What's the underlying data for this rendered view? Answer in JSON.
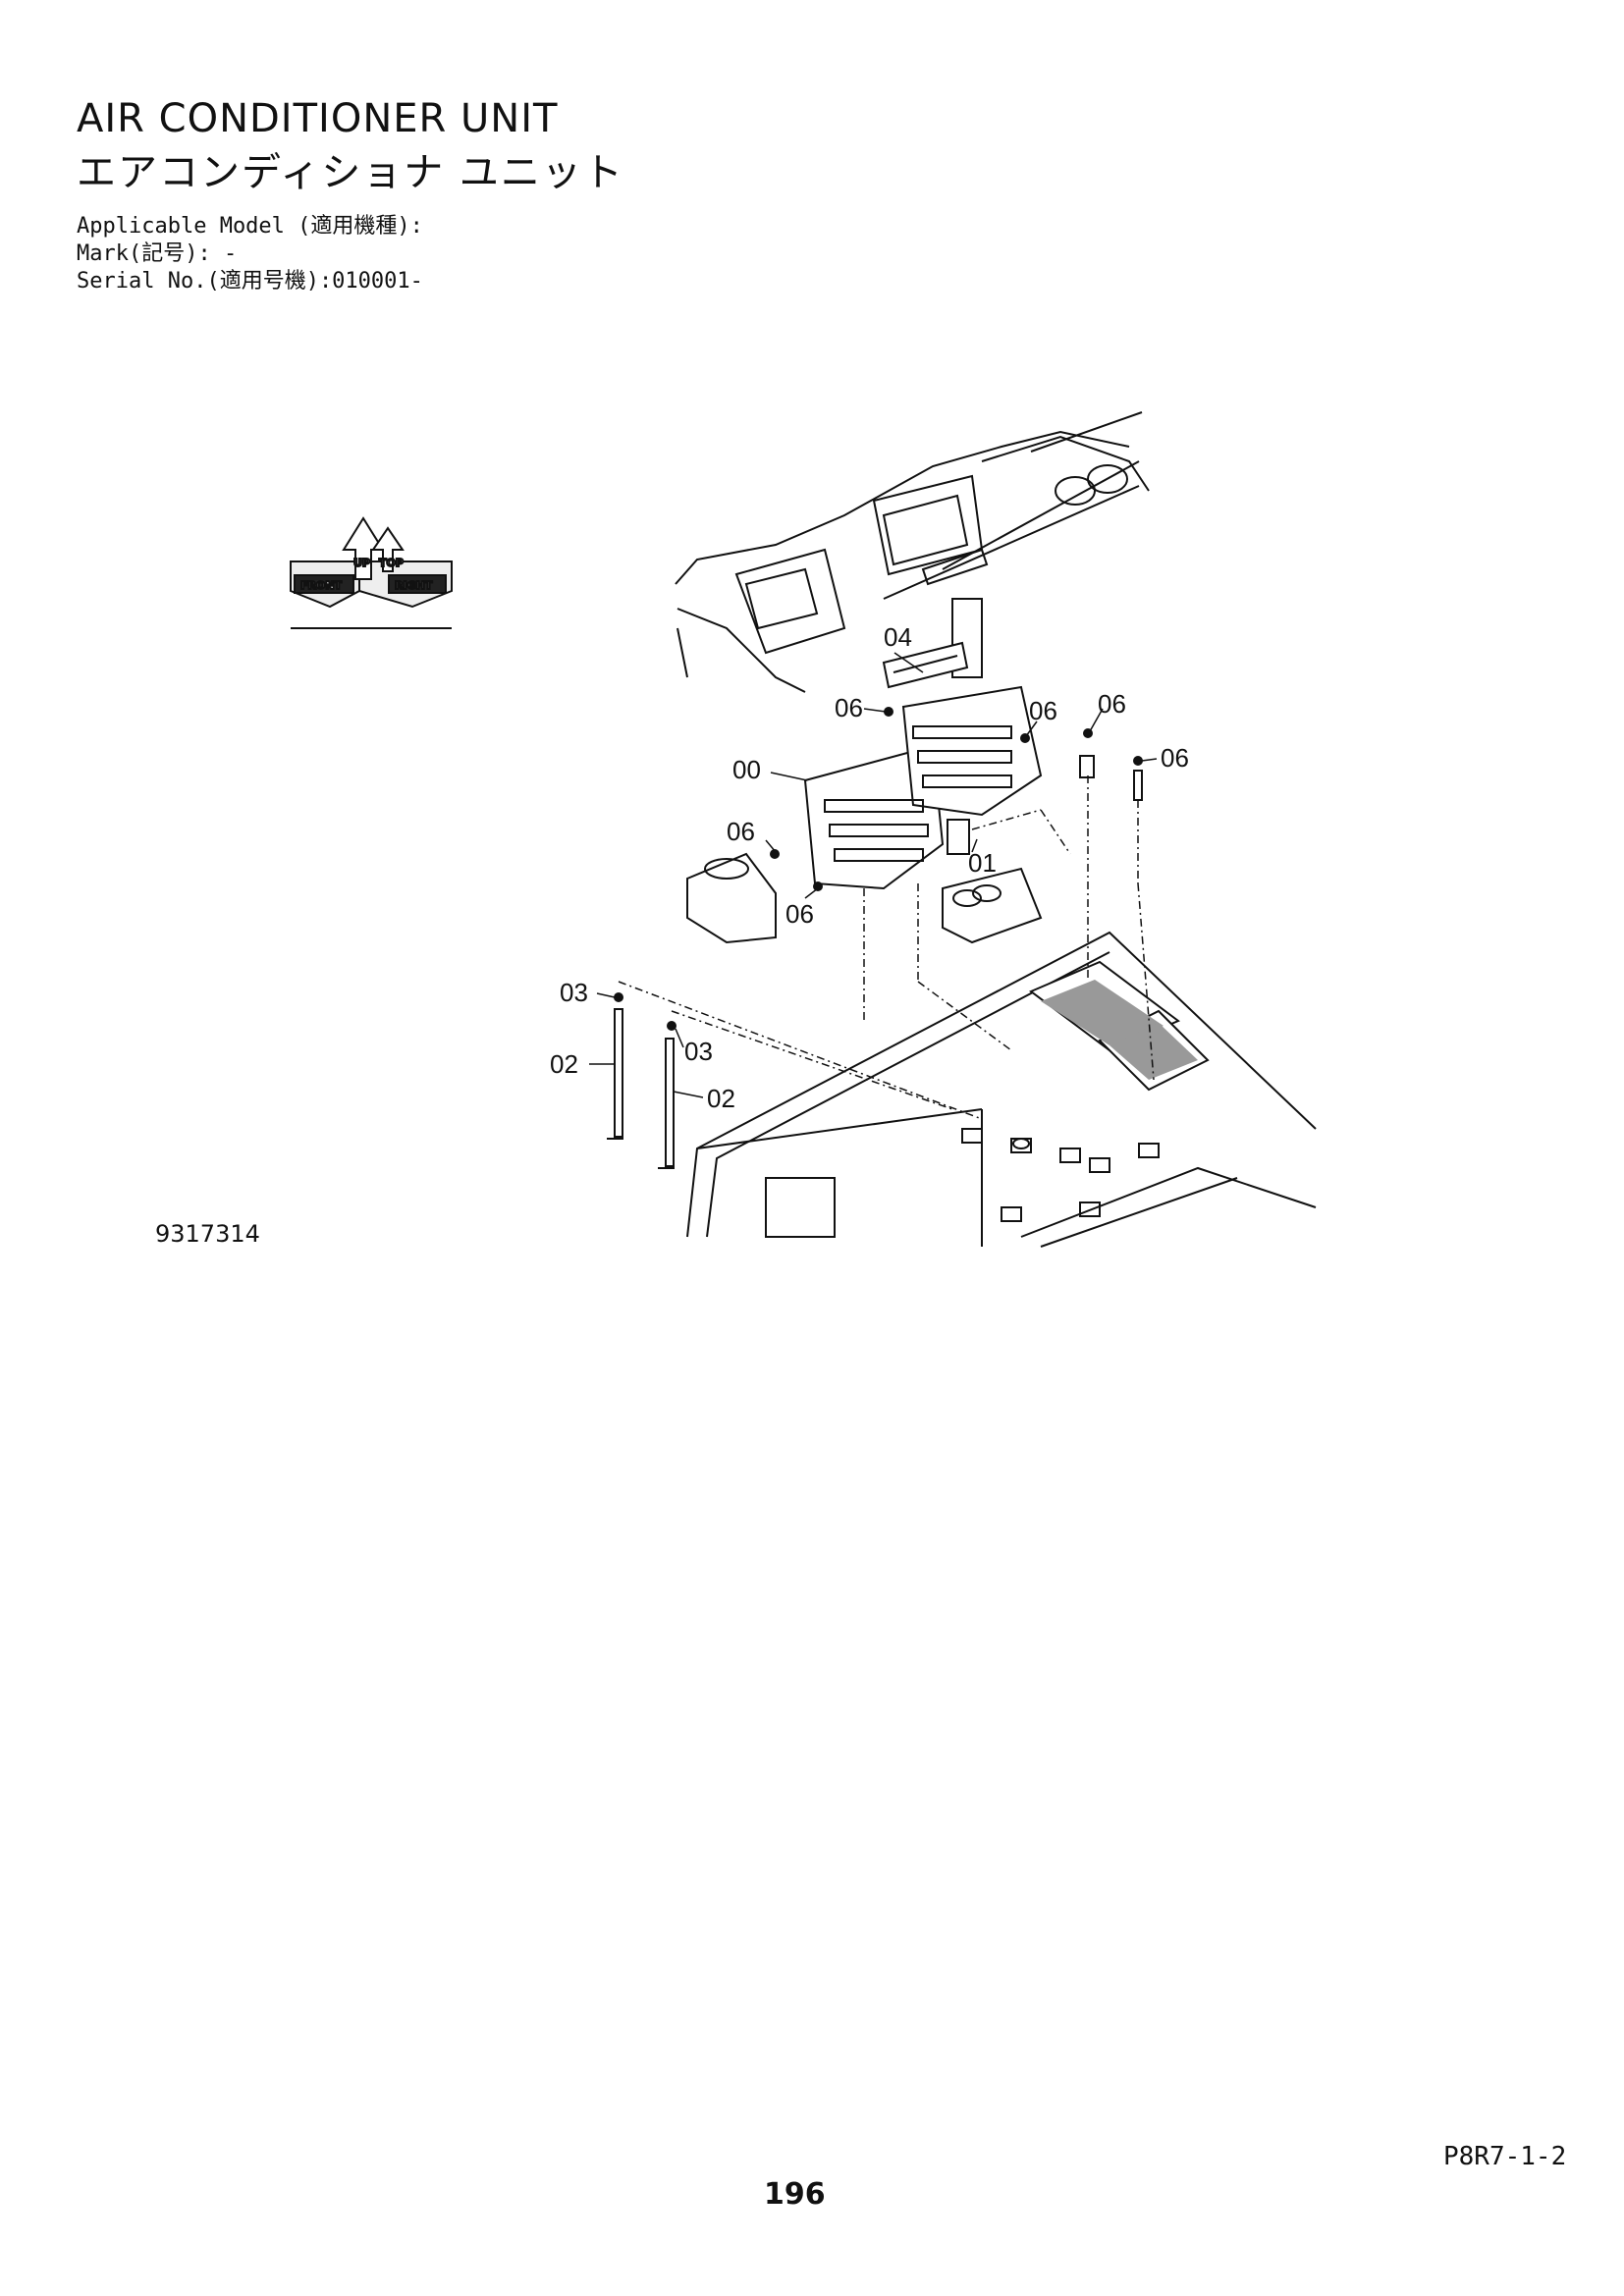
{
  "header": {
    "title_en": "AIR CONDITIONER UNIT",
    "title_ja": "エアコンディショナ ユニット",
    "applicable_model": "Applicable Model (適用機種):",
    "mark": "Mark(記号): -",
    "serial": "Serial No.(適用号機):010001-"
  },
  "orientation_icon": {
    "up": "UP",
    "top": "TOP",
    "front": "FRONT",
    "right": "RIGHT"
  },
  "callouts": {
    "c04": "04",
    "c06a": "06",
    "c06b": "06",
    "c06c": "06",
    "c06d": "06",
    "c06e": "06",
    "c06f": "06",
    "c00": "00",
    "c01": "01",
    "c03a": "03",
    "c03b": "03",
    "c02a": "02",
    "c02b": "02"
  },
  "figure_number": "9317314",
  "page_code": "P8R7-1-2",
  "page_number": "196"
}
